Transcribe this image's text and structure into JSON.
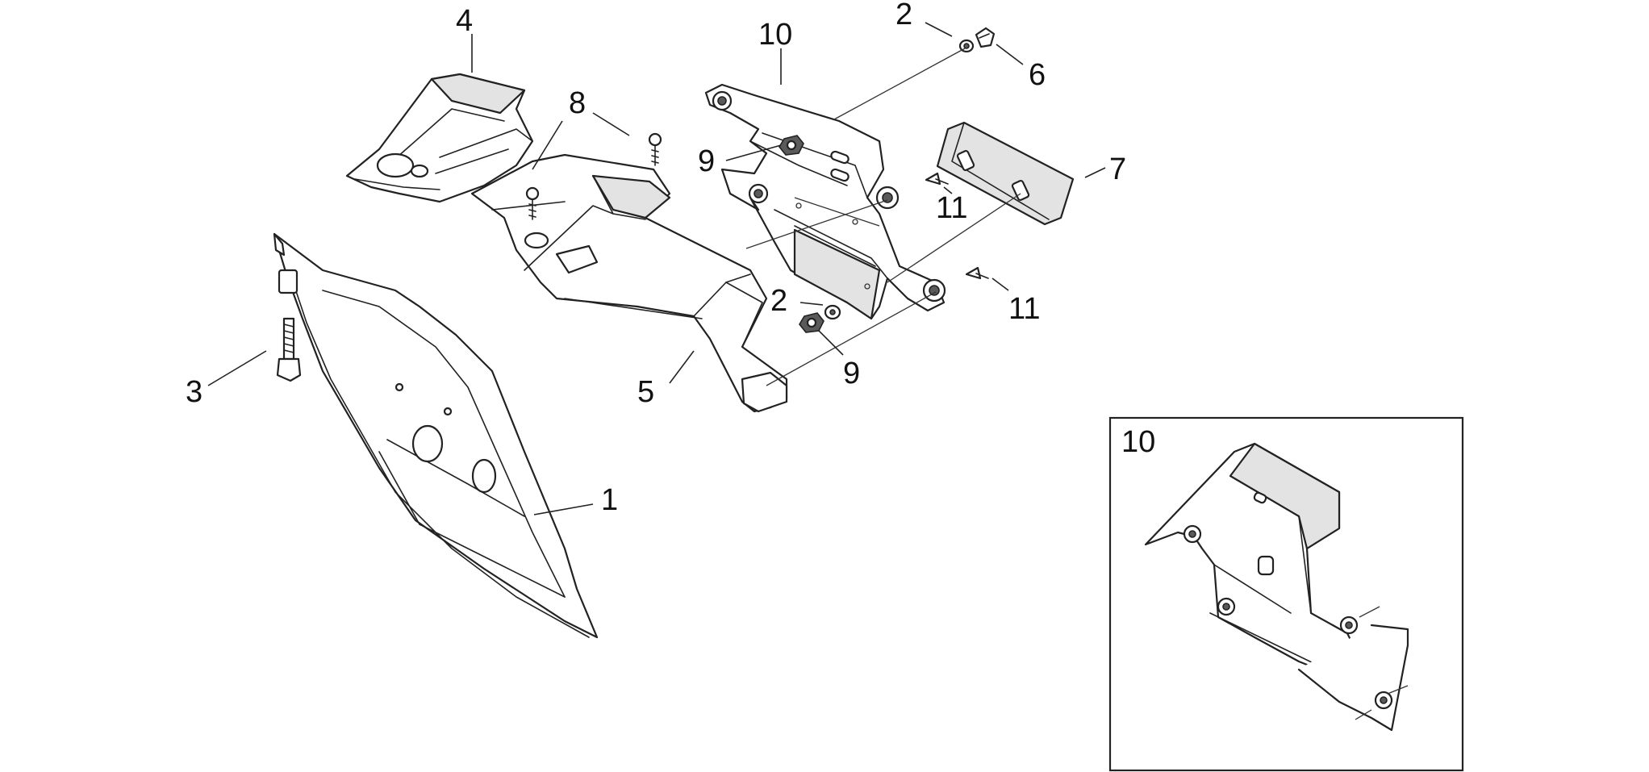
{
  "callouts": [
    {
      "id": "c1",
      "label": "1"
    },
    {
      "id": "c2a",
      "label": "2"
    },
    {
      "id": "c2b",
      "label": "2"
    },
    {
      "id": "c3",
      "label": "3"
    },
    {
      "id": "c4",
      "label": "4"
    },
    {
      "id": "c5",
      "label": "5"
    },
    {
      "id": "c6",
      "label": "6"
    },
    {
      "id": "c7",
      "label": "7"
    },
    {
      "id": "c8",
      "label": "8"
    },
    {
      "id": "c9a",
      "label": "9"
    },
    {
      "id": "c9b",
      "label": "9"
    },
    {
      "id": "c10",
      "label": "10"
    },
    {
      "id": "c11a",
      "label": "11"
    },
    {
      "id": "c11b",
      "label": "11"
    }
  ],
  "inset": {
    "label": "10"
  }
}
